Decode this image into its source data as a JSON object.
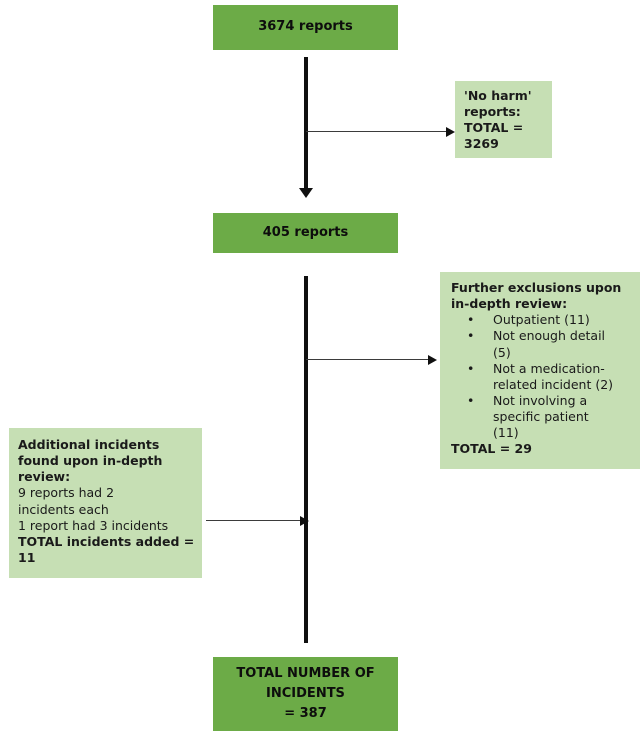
{
  "diagram": {
    "title": "Incident reports flow diagram",
    "colors": {
      "box_dark_green": "#6cab47",
      "box_light_green": "#c6dfb4",
      "connector": "#101010",
      "text": "#111111"
    },
    "nodes": {
      "reports_total": {
        "label": "3674 reports",
        "value": 3674
      },
      "no_harm": {
        "line1": "'No harm'",
        "line2": "reports:",
        "line3": "TOTAL =",
        "line4": "3269",
        "value": 3269
      },
      "reports_reviewed": {
        "label": "405 reports",
        "value": 405
      },
      "exclusions": {
        "heading_line1": "Further exclusions upon",
        "heading_line2": "in-depth review:",
        "bullet_char": "•",
        "items": [
          {
            "lines": [
              "Outpatient (11)"
            ],
            "count": 11
          },
          {
            "lines": [
              "Not enough detail",
              "(5)"
            ],
            "count": 5
          },
          {
            "lines": [
              "Not a medication-",
              "related incident (2)"
            ],
            "count": 2
          },
          {
            "lines": [
              "Not involving a",
              "specific patient",
              "(11)"
            ],
            "count": 11
          }
        ],
        "total_label": "TOTAL = 29",
        "total": 29
      },
      "additional": {
        "heading_line1": "Additional incidents",
        "heading_line2": "found upon in-depth",
        "heading_line3": "review:",
        "body_line1": "9 reports had 2",
        "body_line2": "incidents each",
        "body_line3": "1 report had 3 incidents",
        "total_line1": "TOTAL incidents added =",
        "total_line2": "11",
        "total": 11
      },
      "total_incidents": {
        "line1": "TOTAL NUMBER OF",
        "line2": "INCIDENTS",
        "line3": "= 387",
        "value": 387
      }
    }
  },
  "chart_data": {
    "type": "diagram",
    "title": "Incident report screening flow",
    "stages": [
      {
        "name": "3674 reports",
        "value": 3674
      },
      {
        "name": "'No harm' reports excluded",
        "value": 3269
      },
      {
        "name": "405 reports",
        "value": 405
      },
      {
        "name": "Further exclusions upon in-depth review",
        "value": 29
      },
      {
        "name": "Additional incidents added upon in-depth review",
        "value": 11
      },
      {
        "name": "TOTAL NUMBER OF INCIDENTS",
        "value": 387
      }
    ],
    "exclusion_breakdown": {
      "Outpatient": 11,
      "Not enough detail": 5,
      "Not a medication-related incident": 2,
      "Not involving a specific patient": 11
    },
    "additional_breakdown": {
      "9 reports had 2 incidents each": 9,
      "1 report had 3 incidents": 1
    }
  }
}
